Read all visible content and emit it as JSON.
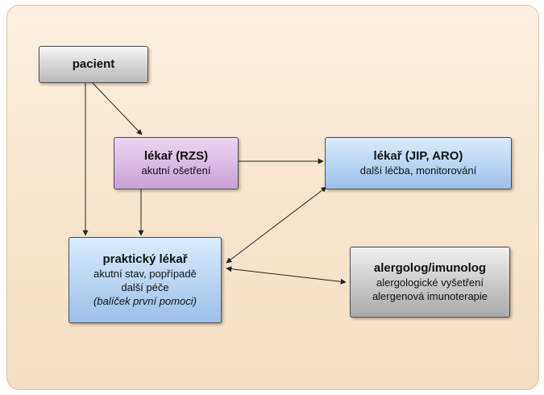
{
  "nodes": {
    "pacient": {
      "title": "pacient"
    },
    "rzs": {
      "title": "lékař (RZS)",
      "lines": [
        "akutní ošetření"
      ]
    },
    "jip": {
      "title": "lékař (JIP, ARO)",
      "lines": [
        "další léčba, monitorování"
      ]
    },
    "praktik": {
      "title": "praktický lékař",
      "lines": [
        "akutní stav, popřípadě",
        "další péče"
      ],
      "note": "(balíček první pomoci)"
    },
    "alergolog": {
      "title": "alergolog/imunolog",
      "lines": [
        "alergologické vyšetření",
        "alergenová imunoterapie"
      ]
    }
  },
  "colors": {
    "panel_background": "#f7e6cf",
    "gray_box": "#d3d3d3",
    "purple_box": "#d7b7e2",
    "blue_box": "#b7d4f2",
    "arrow": "#222222"
  },
  "edges": [
    {
      "from": "pacient",
      "to": "rzs",
      "direction": "one-way"
    },
    {
      "from": "pacient",
      "to": "praktik",
      "direction": "one-way"
    },
    {
      "from": "rzs",
      "to": "jip",
      "direction": "one-way"
    },
    {
      "from": "rzs",
      "to": "praktik",
      "direction": "one-way"
    },
    {
      "from": "jip",
      "to": "praktik",
      "direction": "two-way"
    },
    {
      "from": "praktik",
      "to": "alergolog",
      "direction": "two-way"
    }
  ]
}
